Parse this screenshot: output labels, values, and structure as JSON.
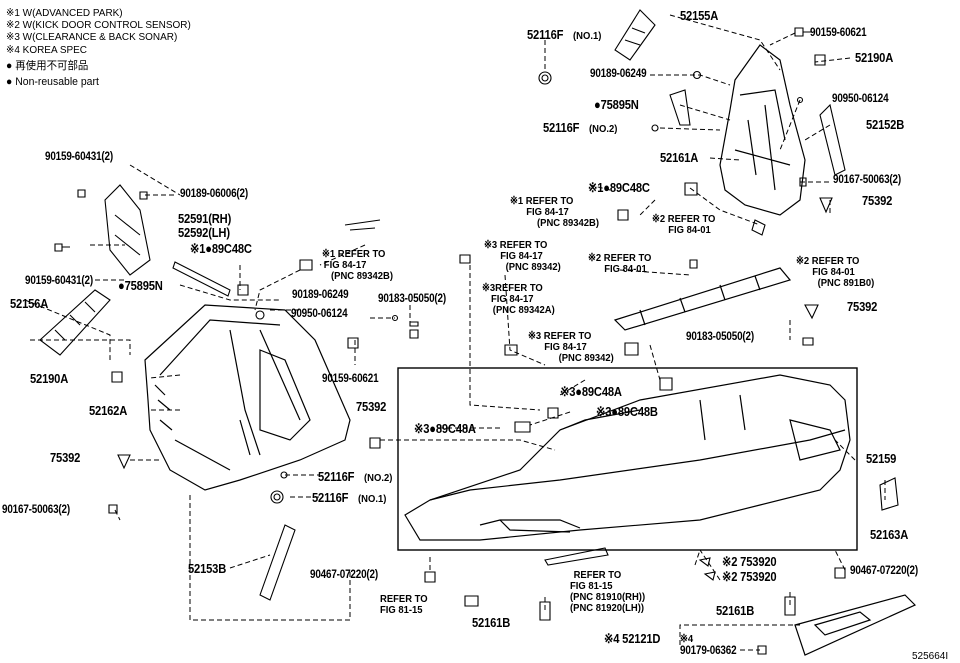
{
  "figure_id": "525664I",
  "notes": [
    "※1 W(ADVANCED PARK)",
    "※2 W(KICK DOOR CONTROL SENSOR)",
    "※3 W(CLEARANCE & BACK SONAR)",
    "※4 KOREA SPEC",
    "● 再使用不可部品",
    "● Non-reusable part"
  ],
  "parts": {
    "p52155A": "52155A",
    "p52116F_no1_top": "52116F",
    "p52116F_no1_top_suffix": "(NO.1)",
    "p90159_60621_top": "90159-60621",
    "p52190A_top": "52190A",
    "p90189_06249_top": "90189-06249",
    "p75895N_top": "●75895N",
    "p90950_06124_top": "90950-06124",
    "p52116F_no2_top": "52116F",
    "p52116F_no2_top_suffix": "(NO.2)",
    "p52152B": "52152B",
    "p52161A": "52161A",
    "p90159_60431_a": "90159-60431(2)",
    "p90189_06006": "90189-06006(2)",
    "p89C48C_top": "※1●89C48C",
    "p90167_50063_top": "90167-50063(2)",
    "p75392_top": "75392",
    "p52591": "52591(RH)",
    "p52592": "52592(LH)",
    "p89C48C_mid": "※1●89C48C",
    "p90159_60431_b": "90159-60431(2)",
    "p75895N_left": "●75895N",
    "p52156A": "52156A",
    "p90189_06249_left": "90189-06249",
    "p90183_05050_left": "90183-05050(2)",
    "p90950_06124_left": "90950-06124",
    "p75392_right": "75392",
    "p52190A_left": "52190A",
    "p90183_05050_right": "90183-05050(2)",
    "p90159_60621_left": "90159-60621",
    "p52162A": "52162A",
    "p89C48A_right": "※3●89C48A",
    "p89C48B": "※3●89C48B",
    "p75392_mid": "75392",
    "p89C48A_left": "※3●89C48A",
    "p52159": "52159",
    "p75392_left": "75392",
    "p52116F_no2_low": "52116F",
    "p52116F_no2_low_suffix": "(NO.2)",
    "p52116F_no1_low": "52116F",
    "p52116F_no1_low_suffix": "(NO.1)",
    "p90167_50063_left": "90167-50063(2)",
    "p52163A": "52163A",
    "p52153B": "52153B",
    "p90467_07220_left": "90467-07220(2)",
    "p753920_a": "※2 753920",
    "p753920_b": "※2 753920",
    "p90467_07220_right": "90467-07220(2)",
    "p52161B_left": "52161B",
    "p52161B_right": "52161B",
    "p52121D": "※4 52121D",
    "p90179_prefix": "※4",
    "p90179_06362": "90179-06362"
  },
  "refs": {
    "r1": [
      "※1 REFER TO",
      "FIG 84-17",
      "(PNC 89342B)"
    ],
    "r2": [
      "※2 REFER TO",
      "FIG 84-01"
    ],
    "r3": [
      "※1 REFER TO",
      "FIG 84-17",
      "(PNC 89342B)"
    ],
    "r4": [
      "※3 REFER TO",
      "FIG 84-17",
      "(PNC 89342)"
    ],
    "r5": [
      "※2 REFER TO",
      "FIG 84-01"
    ],
    "r6": [
      "※2 REFER TO",
      "FIG 84-01",
      "(PNC 891B0)"
    ],
    "r7": [
      "※3REFER TO",
      "FIG 84-17",
      "(PNC 89342A)"
    ],
    "r8": [
      "※3 REFER TO",
      "FIG 84-17",
      "(PNC 89342)"
    ],
    "r9": [
      "REFER TO",
      "FIG 81-15",
      "(PNC 81910(RH))",
      "(PNC 81920(LH))"
    ],
    "r10": [
      "REFER TO",
      "FIG 81-15"
    ]
  }
}
